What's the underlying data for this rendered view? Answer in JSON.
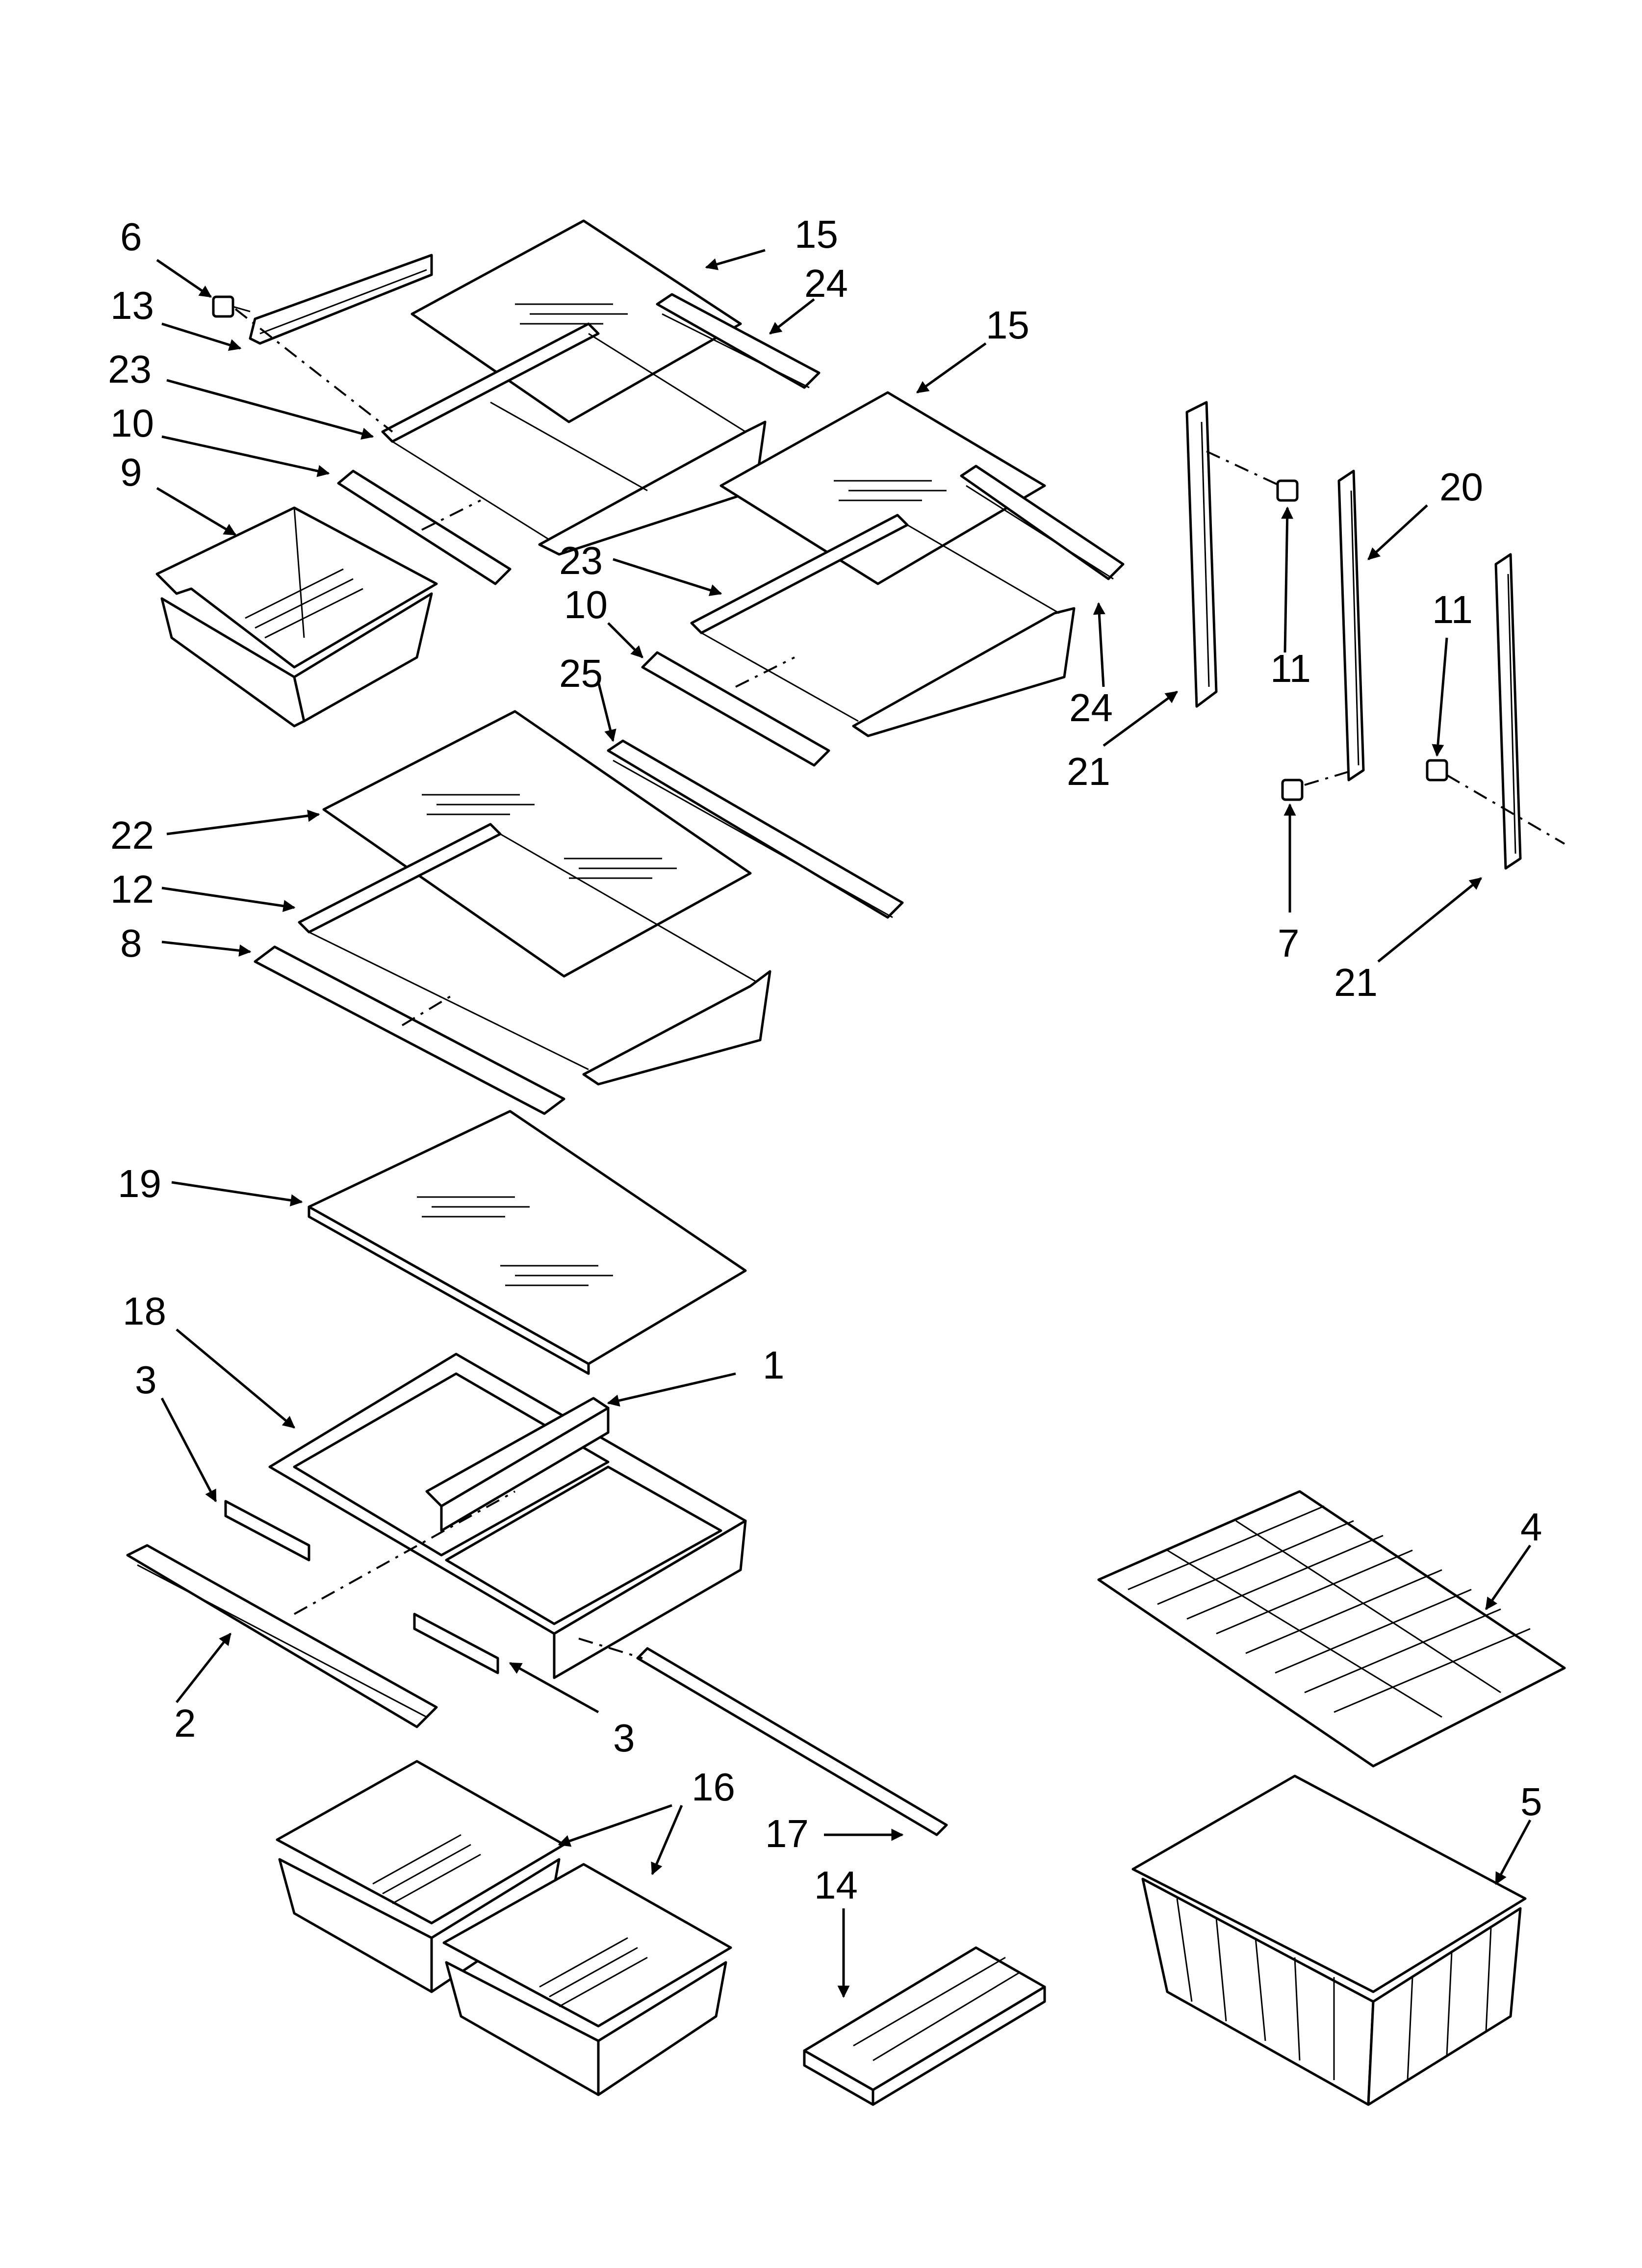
{
  "callouts": {
    "c1": "1",
    "c2": "2",
    "c3a": "3",
    "c3b": "3",
    "c4": "4",
    "c5": "5",
    "c6": "6",
    "c7": "7",
    "c8": "8",
    "c9": "9",
    "c10a": "10",
    "c10b": "10",
    "c11a": "11",
    "c11b": "11",
    "c12": "12",
    "c13": "13",
    "c14": "14",
    "c15a": "15",
    "c15b": "15",
    "c16": "16",
    "c17": "17",
    "c18": "18",
    "c19": "19",
    "c20": "20",
    "c21a": "21",
    "c21b": "21",
    "c22": "22",
    "c23a": "23",
    "c23b": "23",
    "c24a": "24",
    "c24b": "24",
    "c25": "25"
  },
  "colors": {
    "line": "#000000",
    "background": "#ffffff"
  }
}
